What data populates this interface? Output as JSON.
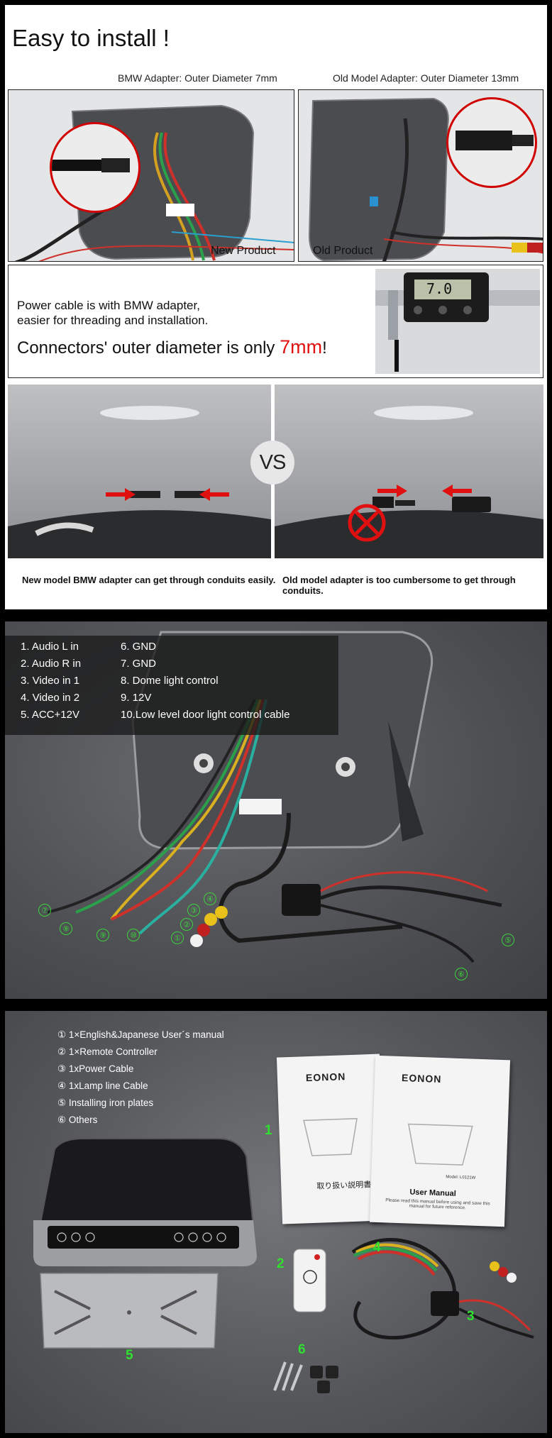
{
  "section1": {
    "title": "Easy to install !",
    "bmw_caption": "BMW Adapter: Outer Diameter 7mm",
    "old_caption": "Old Model Adapter: Outer Diameter 13mm",
    "new_label": "New Product",
    "old_label": "Old Product",
    "info_line1": "Power cable is with BMW adapter,",
    "info_line2": "easier for threading and installation.",
    "info_big": "Connectors' outer diameter is only ",
    "info_big_value": "7mm",
    "info_big_end": "!",
    "caliper_reading": "7.0",
    "vs": "VS",
    "caption_left": "New model BMW adapter can get through conduits easily.",
    "caption_right": "Old model adapter is too cumbersome to get through conduits."
  },
  "section2": {
    "legend_left": [
      "1. Audio L  in",
      "2. Audio R  in",
      "3. Video in 1",
      "4. Video in 2",
      "5. ACC+12V"
    ],
    "legend_right": [
      "6. GND",
      "7. GND",
      "8. Dome light control",
      "9. 12V",
      "10.Low level door light control cable"
    ],
    "markers": [
      "⑦",
      "⑧",
      "⑨",
      "⑩",
      "①",
      "②",
      "③",
      "④",
      "⑤",
      "⑥"
    ]
  },
  "section3": {
    "items": [
      "① 1×English&Japanese User´s manual",
      "② 1×Remote Controller",
      "③ 1xPower Cable",
      "④ 1xLamp line Cable",
      "⑤ Installing iron plates",
      "⑥ Others"
    ],
    "numbers": [
      "1",
      "2",
      "3",
      "4",
      "5",
      "6"
    ],
    "manual_brand": "EONON",
    "manual_jp_title": "取り扱い説明書",
    "manual_en_title": "User Manual",
    "manual_en_sub": "Please read this manual before using and save this manual for future reference.",
    "model_label": "Model: L0121W"
  },
  "colors": {
    "red": "#e01010",
    "green": "#2fe02f",
    "dark": "#222222"
  }
}
